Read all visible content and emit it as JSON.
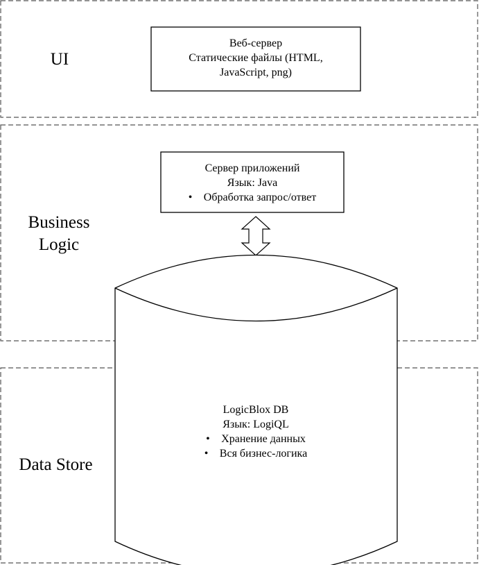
{
  "layers": {
    "ui": "UI",
    "business_logic": [
      "Business",
      "Logic"
    ],
    "data_store": "Data Store"
  },
  "web_server": {
    "title": "Веб-сервер",
    "lines": [
      "Статические файлы (HTML,",
      "JavaScript, png)"
    ]
  },
  "app_server": {
    "title": "Сервер приложений",
    "language": "Язык: Java",
    "bullets": [
      "Обработка запрос/ответ"
    ]
  },
  "database": {
    "title": "LogicBlox DB",
    "language": "Язык: LogiQL",
    "bullets": [
      "Хранение данных",
      "Вся бизнес-логика"
    ]
  },
  "connector": "double-headed vertical arrow",
  "colors": {
    "stroke": "#000000",
    "background": "#ffffff",
    "zone_border": "#555555"
  }
}
